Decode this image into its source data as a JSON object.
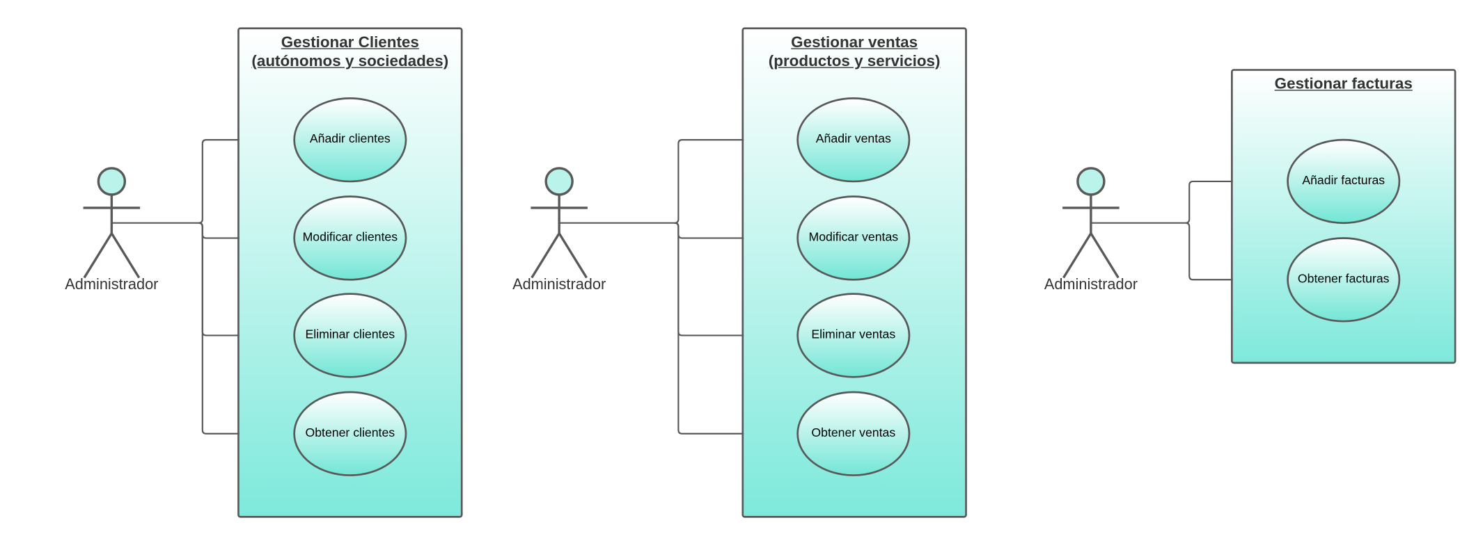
{
  "colors": {
    "stroke": "#595959",
    "fill": "#b9f3ea",
    "gradient_top": "#ffffff",
    "gradient_bottom": "#7ee9db",
    "title_text": "#333333",
    "usecase_text": "#000000"
  },
  "diagrams": [
    {
      "actor": "Administrador",
      "title_line1": "Gestionar Clientes",
      "title_line2": "(autónomos y sociedades)",
      "use_cases": [
        "Añadir clientes",
        "Modificar clientes",
        "Eliminar clientes",
        "Obtener clientes"
      ]
    },
    {
      "actor": "Administrador",
      "title_line1": "Gestionar ventas",
      "title_line2": "(productos y servicios)",
      "use_cases": [
        "Añadir ventas",
        "Modificar ventas",
        "Eliminar ventas",
        "Obtener ventas"
      ]
    },
    {
      "actor": "Administrador",
      "title_line1": "Gestionar facturas",
      "use_cases": [
        "Añadir facturas",
        "Obtener facturas"
      ]
    }
  ]
}
